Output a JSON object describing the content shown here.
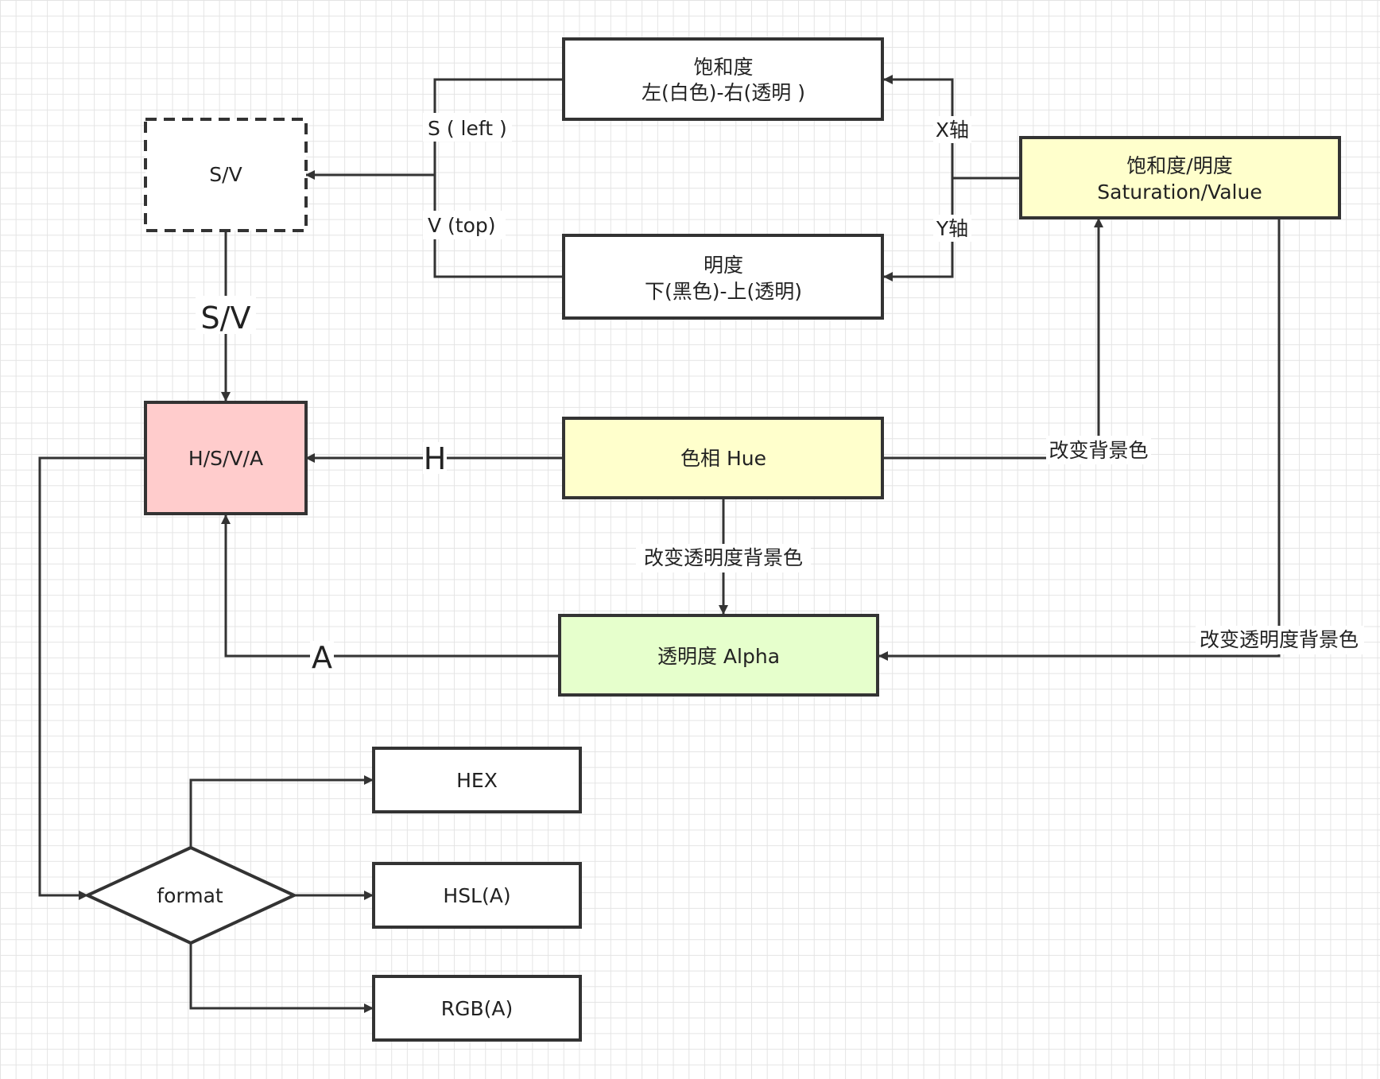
{
  "nodes": {
    "sv_dashed": {
      "text": "S/V",
      "fill": "#ffffff"
    },
    "saturation": {
      "line1": "饱和度",
      "line2": "左(白色)-右(透明 )",
      "fill": "#ffffff"
    },
    "brightness": {
      "line1": "明度",
      "line2": "下(黑色)-上(透明)",
      "fill": "#ffffff"
    },
    "sat_value": {
      "line1": "饱和度/明度",
      "line2": "Saturation/Value",
      "fill": "#ffffcc"
    },
    "hsva": {
      "text": "H/S/V/A",
      "fill": "#ffcccc"
    },
    "hue": {
      "text": "色相 Hue",
      "fill": "#ffffcc"
    },
    "alpha": {
      "text": "透明度 Alpha",
      "fill": "#e6ffcc"
    },
    "format": {
      "text": "format",
      "fill": "#ffffff"
    },
    "hex": {
      "text": "HEX",
      "fill": "#ffffff"
    },
    "hsla": {
      "text": "HSL(A)",
      "fill": "#ffffff"
    },
    "rgba": {
      "text": "RGB(A)",
      "fill": "#ffffff"
    }
  },
  "edge_labels": {
    "s_left": "S ( left )",
    "v_top": "V (top)",
    "x_axis": "X轴",
    "y_axis": "Y轴",
    "sv_down": "S/V",
    "h": "H",
    "a": "A",
    "hue_to_sv": "改变背景色",
    "hue_to_alpha": "改变透明度背景色",
    "sv_to_alpha": "改变透明度背景色"
  },
  "colors": {
    "stroke": "#333333",
    "grid": "#e4e4e4"
  }
}
